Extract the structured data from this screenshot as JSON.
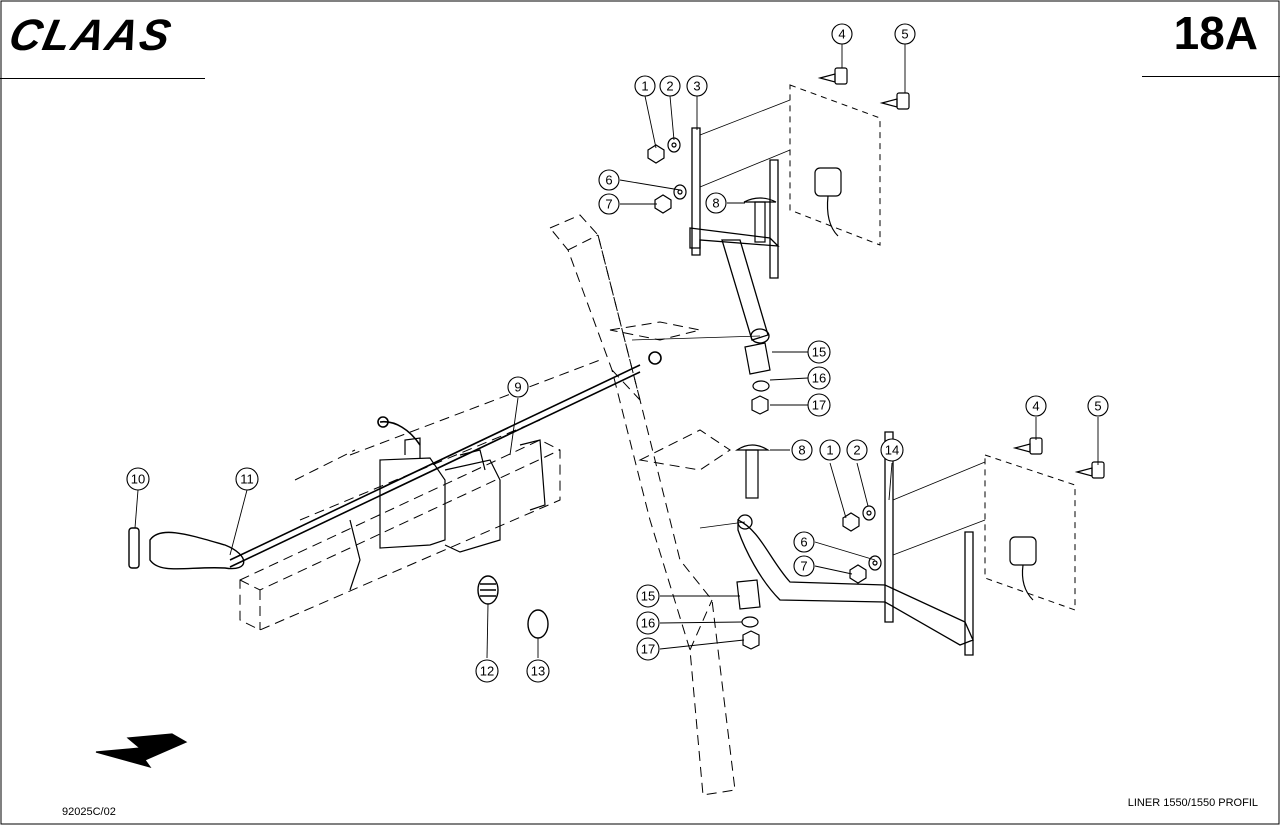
{
  "header": {
    "brand": "CLAAS",
    "page_number": "18A"
  },
  "footer": {
    "drawing_code": "92025C/02",
    "model": "LINER 1550/1550 PROFIL"
  },
  "callouts": [
    {
      "id": "c1a",
      "label": "1"
    },
    {
      "id": "c2a",
      "label": "2"
    },
    {
      "id": "c3",
      "label": "3"
    },
    {
      "id": "c4a",
      "label": "4"
    },
    {
      "id": "c5a",
      "label": "5"
    },
    {
      "id": "c6a",
      "label": "6"
    },
    {
      "id": "c7a",
      "label": "7"
    },
    {
      "id": "c8a",
      "label": "8"
    },
    {
      "id": "c15a",
      "label": "15"
    },
    {
      "id": "c16a",
      "label": "16"
    },
    {
      "id": "c17a",
      "label": "17"
    },
    {
      "id": "c9",
      "label": "9"
    },
    {
      "id": "c10",
      "label": "10"
    },
    {
      "id": "c11",
      "label": "11"
    },
    {
      "id": "c12",
      "label": "12"
    },
    {
      "id": "c13",
      "label": "13"
    },
    {
      "id": "c8b",
      "label": "8"
    },
    {
      "id": "c1b",
      "label": "1"
    },
    {
      "id": "c2b",
      "label": "2"
    },
    {
      "id": "c14",
      "label": "14"
    },
    {
      "id": "c4b",
      "label": "4"
    },
    {
      "id": "c5b",
      "label": "5"
    },
    {
      "id": "c6b",
      "label": "6"
    },
    {
      "id": "c7b",
      "label": "7"
    },
    {
      "id": "c15b",
      "label": "15"
    },
    {
      "id": "c16b",
      "label": "16"
    },
    {
      "id": "c17b",
      "label": "17"
    }
  ]
}
